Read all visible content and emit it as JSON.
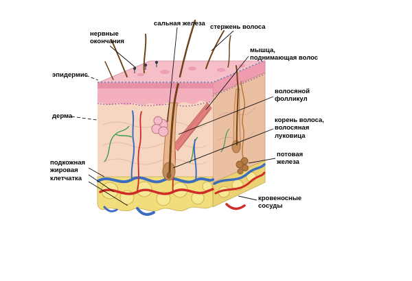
{
  "diagram": {
    "subject": "skin cross-section anatomy",
    "language": "ru"
  },
  "labels": {
    "nerve_endings": "нервные\nокончания",
    "sebaceous_gland": "сальная железа",
    "hair_shaft": "стержень волоса",
    "arrector_muscle": "мышца,\nподнимающая волос",
    "epidermis": "эпидермис",
    "hair_follicle": "волосяной\nфолликул",
    "derma": "дерма",
    "hair_root": "корень волоса,\nволосяная\nлуковица",
    "sweat_gland": "потовая\nжелеза",
    "subcutaneous_fat": "подкожная\nжировая\nклетчатка",
    "blood_vessels": "кровеносные\nсосуды"
  },
  "colors": {
    "top_face": "#f6bfc8",
    "epidermis": "#f4afbc",
    "epidermis_stripe": "#e78da4",
    "dermis": "#f6d6c0",
    "dermis_side": "#ebbfa2",
    "fat": "#f2dd7c",
    "fat_blob": "#f7e896",
    "hair": "#6f4218",
    "follicle": "#e9b68d",
    "bulb": "#c68d58",
    "sebaceous": "#f3bcc8",
    "muscle": "#e2807e",
    "vessel_red": "#ce2a28",
    "vessel_blue": "#3c6cc0",
    "nerve": "#3f9b52",
    "membrane": "#8a4a9c",
    "sweat": "#b5793f"
  }
}
